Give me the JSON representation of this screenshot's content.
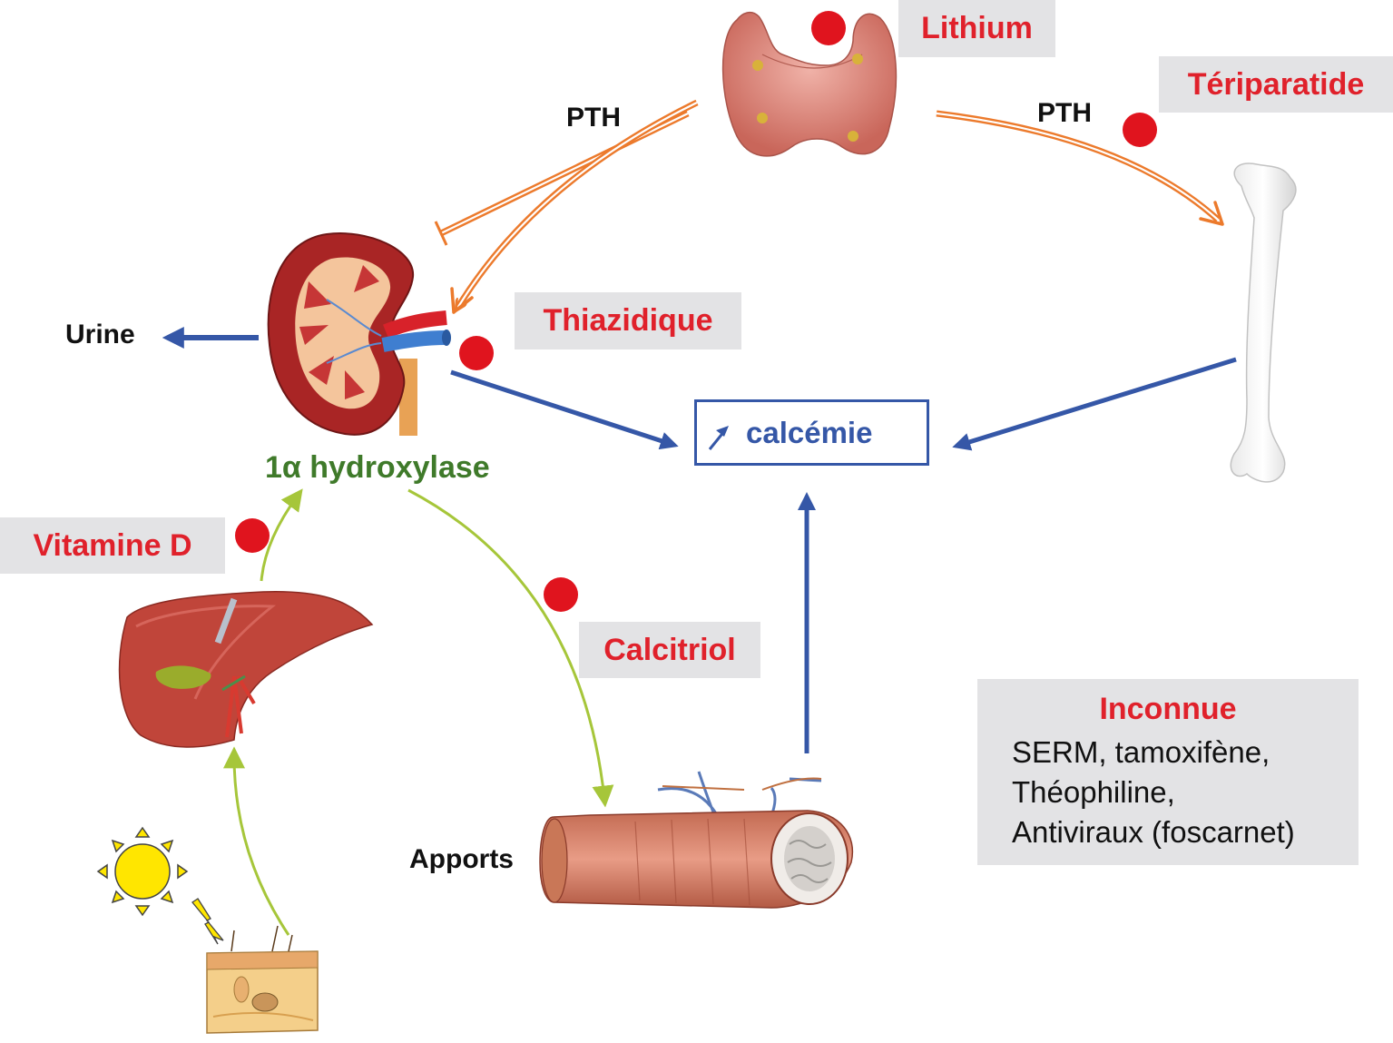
{
  "labels": {
    "pth_left": "PTH",
    "pth_right": "PTH",
    "urine": "Urine",
    "hydroxylase": "1α hydroxylase",
    "apports": "Apports",
    "calcemie": "calcémie"
  },
  "drugs": {
    "lithium": "Lithium",
    "teriparatide": "Tériparatide",
    "thiazidique": "Thiazidique",
    "vitamine_d": "Vitamine D",
    "calcitriol": "Calcitriol"
  },
  "unknown_box": {
    "title": "Inconnue",
    "lines": [
      "SERM, tamoxifène,",
      "Théophiline,",
      "Antiviraux (foscarnet)"
    ]
  },
  "colors": {
    "drug_text": "#e0212b",
    "drug_marker": "#e0141e",
    "label_bg": "#e3e3e5",
    "pth_arrow": "#ec7a2c",
    "calcium_arrow": "#3557a7",
    "vitamin_arrow": "#a6c63a",
    "hydroxylase_text": "#3f7a2a"
  },
  "icons": [
    "thyroid-icon",
    "kidney-icon",
    "bone-icon",
    "liver-icon",
    "intestine-icon",
    "skin-icon",
    "sun-icon",
    "lightning-icon"
  ]
}
